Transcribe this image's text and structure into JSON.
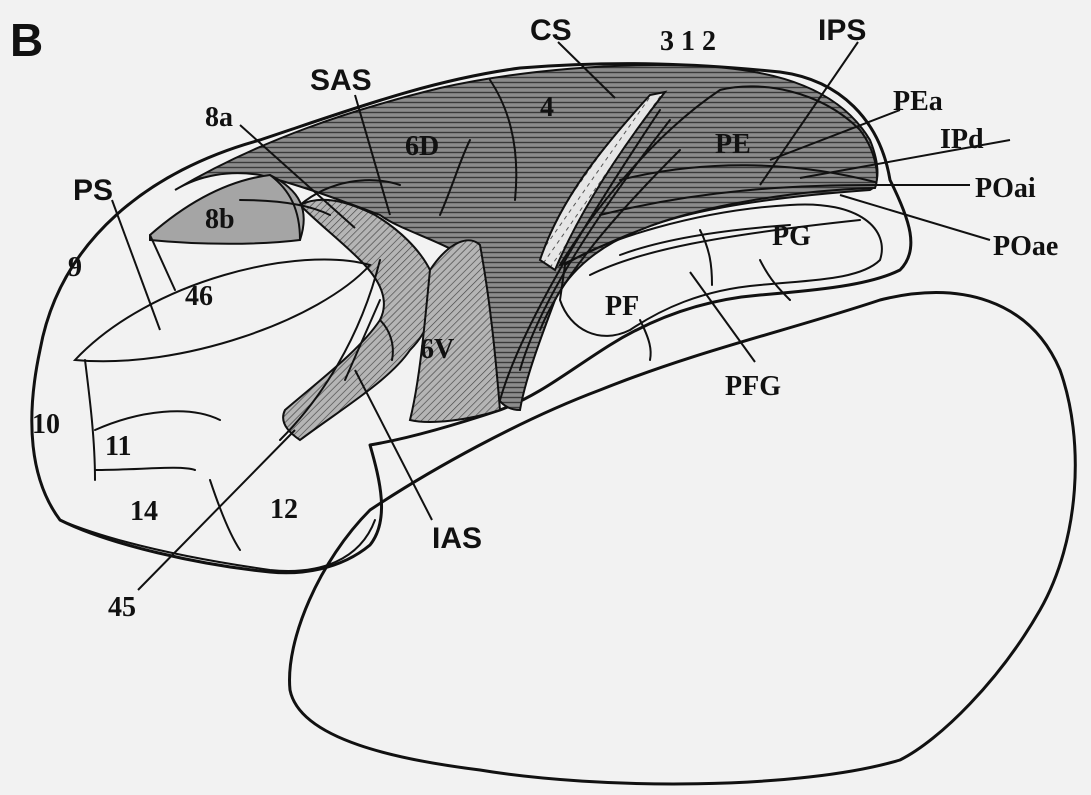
{
  "panel_label": "B",
  "sulci": {
    "cs": "CS",
    "sas": "SAS",
    "ps": "PS",
    "ips": "IPS",
    "ias": "IAS"
  },
  "areas": {
    "a312": "3 1 2",
    "a4": "4",
    "a6d": "6D",
    "a8a": "8a",
    "a8b": "8b",
    "a9": "9",
    "a46": "46",
    "a6v": "6V",
    "a10": "10",
    "a11": "11",
    "a14": "14",
    "a12": "12",
    "a45": "45",
    "pe": "PE",
    "pea": "PEa",
    "ipd": "IPd",
    "poai": "POai",
    "poae": "POae",
    "pg": "PG",
    "pf": "PF",
    "pfg": "PFG"
  },
  "colors": {
    "background": "#f2f2f2",
    "dark_fill": "#7d7d7d",
    "mid_fill": "#a8a8a8",
    "dotted_fill": "#d9d9d9",
    "stroke": "#111111"
  }
}
